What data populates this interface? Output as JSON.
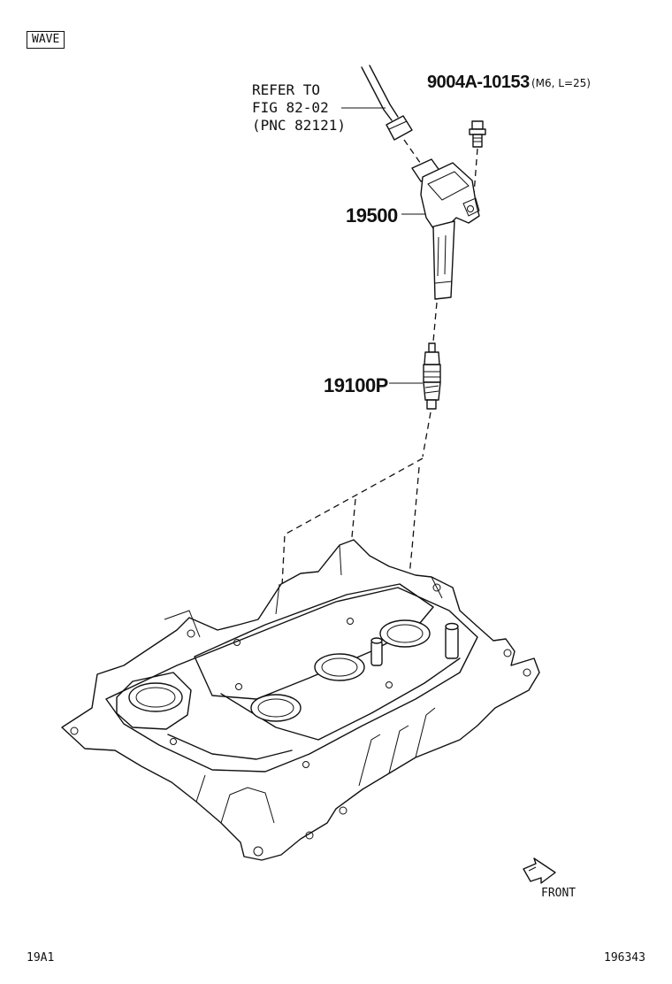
{
  "header": {
    "tag": "WAVE"
  },
  "reference": {
    "line1": "REFER TO",
    "line2": "FIG 82-02",
    "line3": "(PNC 82121)"
  },
  "parts": {
    "bolt_number": "9004A-10153",
    "bolt_spec": "(M6, L=25)",
    "coil_number": "19500",
    "plug_number": "19100P"
  },
  "direction": {
    "front_label": "FRONT"
  },
  "footer": {
    "left_code": "19A1",
    "right_code": "196343"
  }
}
